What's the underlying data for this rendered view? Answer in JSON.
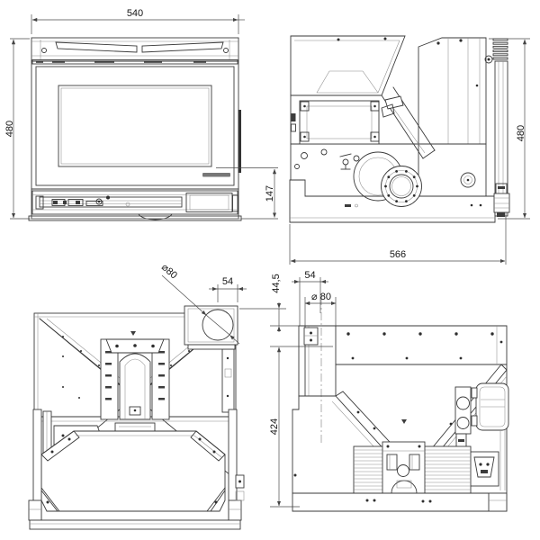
{
  "dims": {
    "front": {
      "width": "540",
      "height": "480",
      "base_height": "147"
    },
    "side": {
      "height": "480",
      "depth": "566"
    },
    "rear": {
      "flue_diameter": "⌀80",
      "flue_offset": "54"
    },
    "top": {
      "flue_offset": "54",
      "flue_diameter": "⌀ 80",
      "flue_drop": "44,5",
      "body_height": "424"
    }
  }
}
